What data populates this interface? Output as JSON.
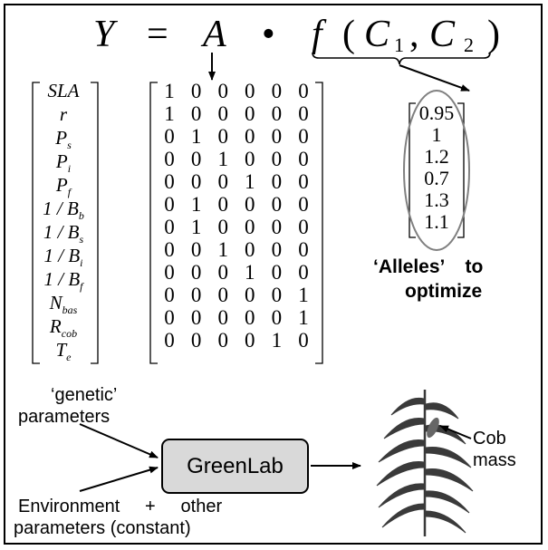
{
  "equation": {
    "Y": "Y",
    "equals": "=",
    "A": "A",
    "dot": "•",
    "f": "f",
    "open": "(",
    "C": "C",
    "sub1": "1",
    "comma": ",",
    "sub2": "2",
    "close": ")"
  },
  "parameters": [
    {
      "base": "SLA",
      "sub": ""
    },
    {
      "base": "r",
      "sub": ""
    },
    {
      "base": "P",
      "sub": "s"
    },
    {
      "base": "P",
      "sub": "i"
    },
    {
      "base": "P",
      "sub": "f"
    },
    {
      "base": "1 / B",
      "sub": "b"
    },
    {
      "base": "1 / B",
      "sub": "s"
    },
    {
      "base": "1 / B",
      "sub": "i"
    },
    {
      "base": "1 / B",
      "sub": "f"
    },
    {
      "base": "N",
      "sub": "bas"
    },
    {
      "base": "R",
      "sub": "cob"
    },
    {
      "base": "T",
      "sub": "e"
    }
  ],
  "matrix": [
    [
      "1",
      "0",
      "0",
      "0",
      "0",
      "0"
    ],
    [
      "1",
      "0",
      "0",
      "0",
      "0",
      "0"
    ],
    [
      "0",
      "1",
      "0",
      "0",
      "0",
      "0"
    ],
    [
      "0",
      "0",
      "1",
      "0",
      "0",
      "0"
    ],
    [
      "0",
      "0",
      "0",
      "1",
      "0",
      "0"
    ],
    [
      "0",
      "1",
      "0",
      "0",
      "0",
      "0"
    ],
    [
      "0",
      "1",
      "0",
      "0",
      "0",
      "0"
    ],
    [
      "0",
      "0",
      "1",
      "0",
      "0",
      "0"
    ],
    [
      "0",
      "0",
      "0",
      "1",
      "0",
      "0"
    ],
    [
      "0",
      "0",
      "0",
      "0",
      "0",
      "1"
    ],
    [
      "0",
      "0",
      "0",
      "0",
      "0",
      "1"
    ],
    [
      "0",
      "0",
      "0",
      "0",
      "1",
      "0"
    ]
  ],
  "alleles": [
    "0.95",
    "1",
    "1.2",
    "0.7",
    "1.3",
    "1.1"
  ],
  "alleles_caption_line1": "‘Alleles’    to",
  "alleles_caption_line2": "optimize",
  "genetic_line1": "‘genetic’",
  "genetic_line2": "parameters",
  "greenlab_label": "GreenLab",
  "env_line1": "Environment     +     other",
  "env_line2": "parameters (constant)",
  "cob_line1": "Cob",
  "cob_line2": "mass",
  "colors": {
    "box_fill": "#d9d9d9",
    "ellipse": "#808080",
    "leaf": "#3a3a3a",
    "cob": "#666666"
  }
}
